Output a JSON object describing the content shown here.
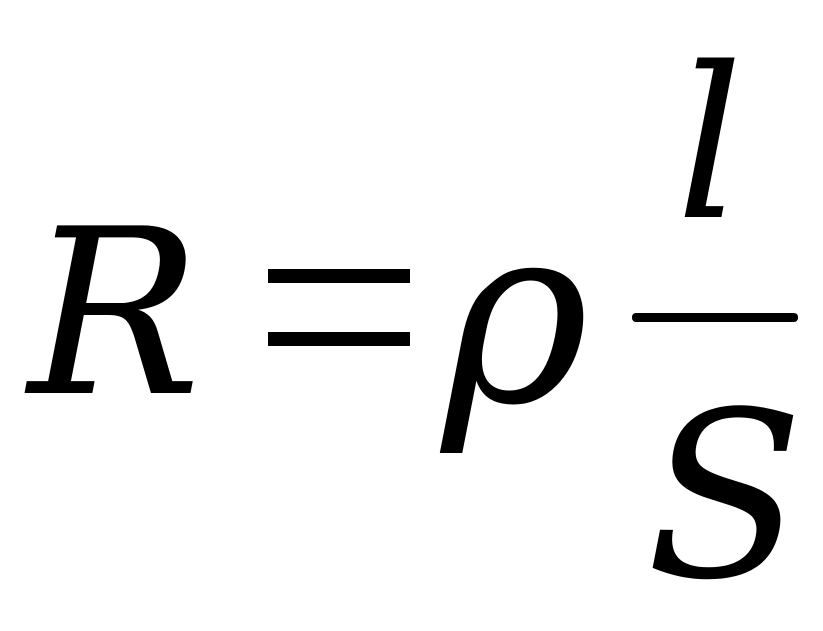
{
  "formula": {
    "lhs": "R",
    "coefficient": "ρ",
    "numerator": "l",
    "denominator": "S"
  }
}
